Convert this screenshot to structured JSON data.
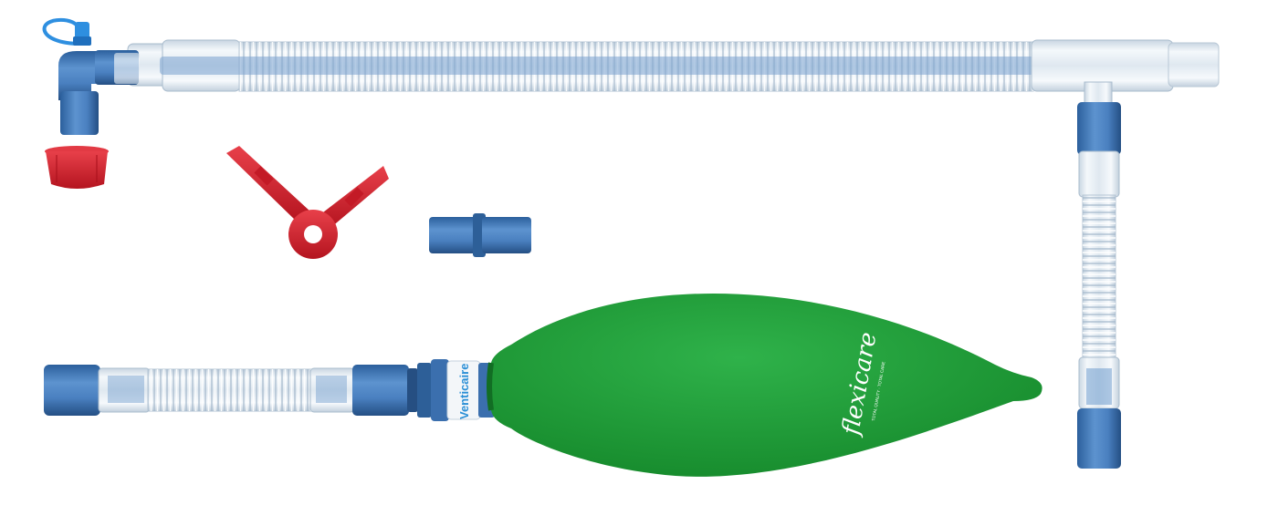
{
  "product": {
    "filter_label": "Venticaire",
    "bag_logo": "flexicare",
    "bag_tagline": "TOTAL QUALITY · TOTAL CARE"
  },
  "colors": {
    "background": "#ffffff",
    "connector_blue": "#3f74b0",
    "connector_blue_dark": "#264f82",
    "tube_clear": "#e6eef5",
    "red_parts": "#d3202c",
    "bag_green": "#23a03a",
    "cap_blue": "#2e8fe0"
  },
  "components": [
    {
      "name": "main-corrugated-tube",
      "icon": "tube"
    },
    {
      "name": "elbow-port-with-cap",
      "icon": "elbow-connector"
    },
    {
      "name": "red-cap",
      "icon": "cap"
    },
    {
      "name": "red-key",
      "icon": "key"
    },
    {
      "name": "blue-adapter",
      "icon": "adapter"
    },
    {
      "name": "vertical-extension-tube",
      "icon": "tube"
    },
    {
      "name": "bag-limb-tube",
      "icon": "tube"
    },
    {
      "name": "reservoir-bag",
      "icon": "bag"
    }
  ]
}
